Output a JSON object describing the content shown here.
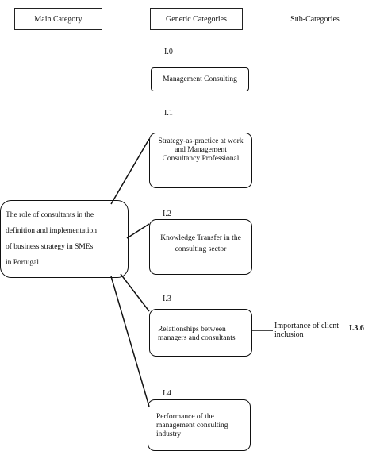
{
  "headers": {
    "main": "Main Category",
    "generic": "Generic Categories",
    "sub": "Sub-Categories"
  },
  "codes": {
    "c10": "I.0",
    "c11": "I.1",
    "c12": "I.2",
    "c13": "I.3",
    "c14": "I.4"
  },
  "main_category": {
    "lines": [
      "The role of consultants in the",
      "definition and implementation",
      "of business strategy in SMEs",
      "in Portugal"
    ]
  },
  "generic": {
    "g0": "Management Consulting",
    "g1": [
      "Strategy-as-practice at work",
      "and Management",
      "Consultancy Professional"
    ],
    "g2": [
      "Knowledge Transfer in the",
      "consulting sector"
    ],
    "g3": [
      "Relationships between",
      "managers and consultants"
    ],
    "g4": [
      "Performance of the",
      "management consulting",
      "industry"
    ]
  },
  "sub_category": {
    "label": [
      "Importance of client",
      "inclusion"
    ],
    "code": "I.3.6"
  }
}
